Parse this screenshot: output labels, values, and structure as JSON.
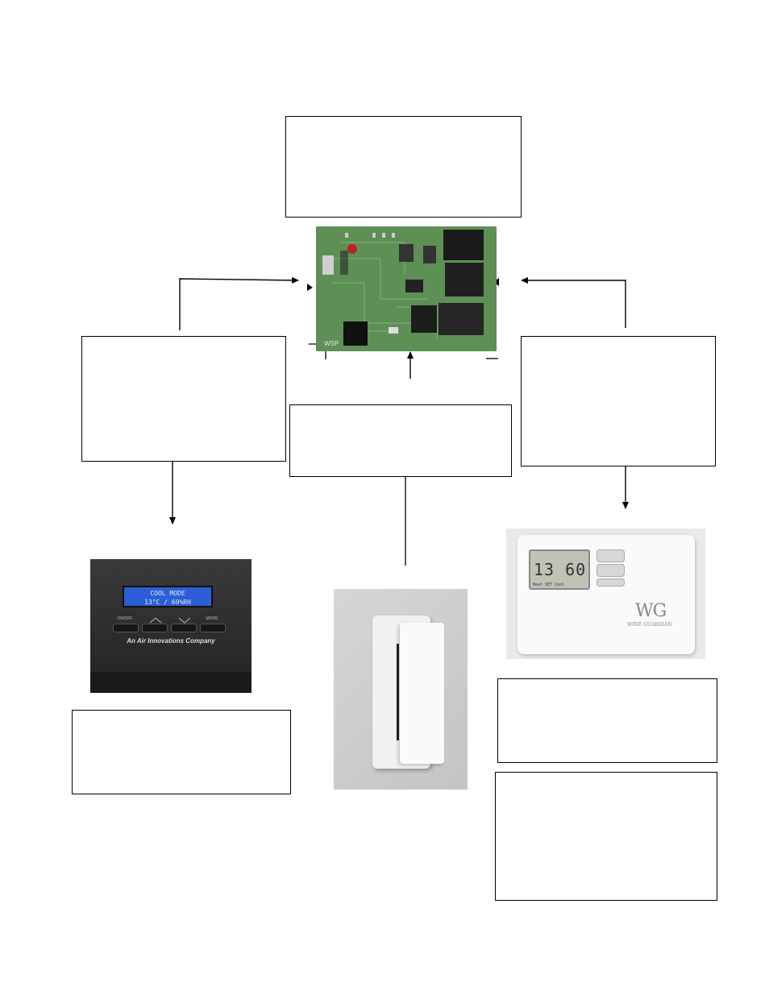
{
  "remote_display": {
    "line1": "COOL MODE",
    "line2": "13°C / 60%RH",
    "buttons": [
      "ON/OFF",
      "",
      "",
      "MODE"
    ],
    "brand": "An Air Innovations Company"
  },
  "thermostat": {
    "display_value": "13 60",
    "display_small": "Heat SET Cool",
    "brand_logo": "WG",
    "brand_name": "WINE GUARDIAN"
  },
  "pcb": {
    "silkscreen": "WSP"
  }
}
